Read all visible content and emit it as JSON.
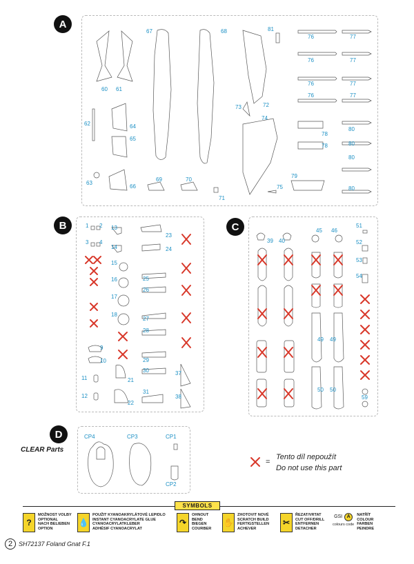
{
  "sprues": {
    "a": {
      "letter": "A"
    },
    "b": {
      "letter": "B"
    },
    "c": {
      "letter": "C"
    },
    "d": {
      "letter": "D",
      "subtitle": "CLEAR Parts"
    }
  },
  "part_numbers": {
    "a": [
      "60",
      "61",
      "67",
      "68",
      "81",
      "76",
      "77",
      "76",
      "77",
      "76",
      "77",
      "76",
      "77",
      "62",
      "64",
      "65",
      "73",
      "72",
      "74",
      "78",
      "80",
      "78",
      "80",
      "80",
      "63",
      "66",
      "69",
      "70",
      "71",
      "75",
      "79",
      "80"
    ],
    "b": [
      "1",
      "2",
      "3",
      "4",
      "13",
      "23",
      "14",
      "24",
      "15",
      "25",
      "16",
      "26",
      "17",
      "18",
      "27",
      "28",
      "9",
      "10",
      "29",
      "11",
      "21",
      "30",
      "37",
      "12",
      "22",
      "31",
      "38"
    ],
    "c": [
      "39",
      "40",
      "45",
      "46",
      "51",
      "52",
      "53",
      "54",
      "49",
      "49",
      "50",
      "50",
      "59"
    ],
    "d": [
      "CP4",
      "CP3",
      "CP1",
      "CP2"
    ]
  },
  "legend": {
    "symbol": "=",
    "line1": "Tento díl nepoužít",
    "line2": "Do not use this part"
  },
  "symbols": {
    "title": "SYMBOLS",
    "items": [
      {
        "icon": "?",
        "lines": [
          "MOŽNOST VOLBY",
          "OPTIONAL",
          "NACH BELIEBEN",
          "OPTION"
        ]
      },
      {
        "icon": "💧",
        "lines": [
          "POUŽIT KYANOAKRYLÁTOVÉ LEPIDLO",
          "INSTANT CYANOACRYLATE GLUE",
          "CYANOACRYLATKLEBER",
          "ADHÉSIF CYANOACRYLAT"
        ]
      },
      {
        "icon": "↷",
        "lines": [
          "OHNOUT",
          "BEND",
          "BIEGEN",
          "COURBER"
        ]
      },
      {
        "icon": "✋",
        "lines": [
          "ZHOTOVIT NOVÉ",
          "SCRATCH BUILD",
          "FERTIGSTELLEN",
          "ACHEVER"
        ]
      },
      {
        "icon": "✂",
        "lines": [
          "ŘEZAT/VRTAT",
          "CUT OFF/DRILL",
          "ENTFERNEN",
          "DETACHER"
        ]
      },
      {
        "icon": "A",
        "lines": [
          "NATŘÍT",
          "COLOUR",
          "FARBEN",
          "PEINDRE"
        ]
      }
    ],
    "gsi": "GSI",
    "colours_code": "colours code"
  },
  "footer": {
    "page_number": "2",
    "title": "SH72137 Foland Gnat F.1"
  },
  "colors": {
    "accent_numbers": "#1a8fc4",
    "cross": "#d8382a",
    "symbol_yellow": "#f5d52a"
  }
}
